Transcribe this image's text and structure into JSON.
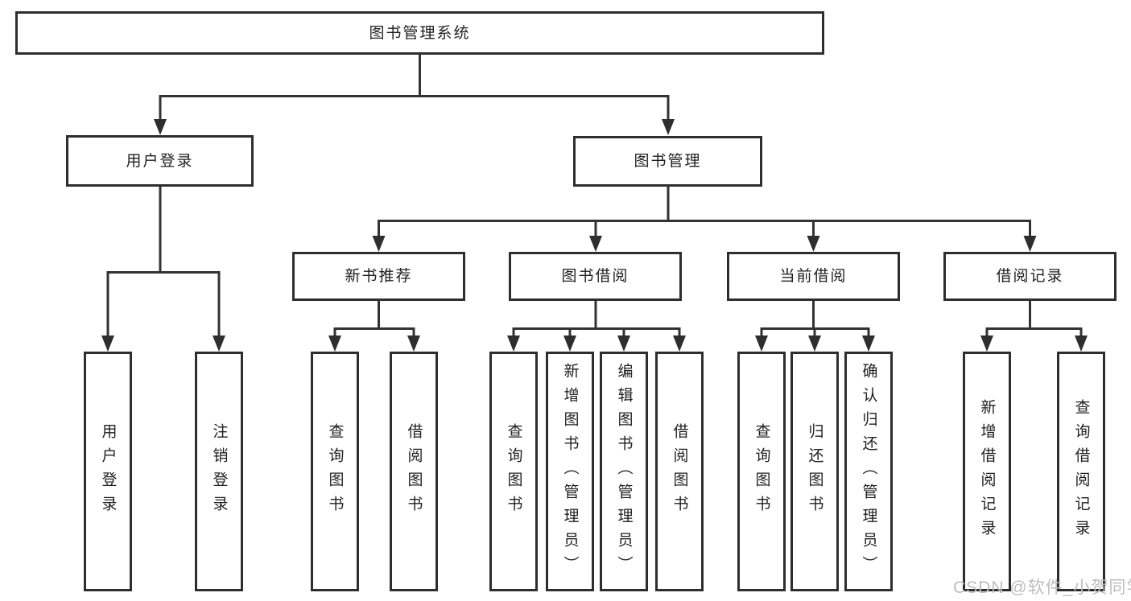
{
  "diagram": {
    "root": {
      "label": "图书管理系统"
    },
    "branches": [
      {
        "label": "用户登录",
        "children": [
          {
            "label": "用户登录"
          },
          {
            "label": "注销登录"
          }
        ]
      },
      {
        "label": "图书管理",
        "children": [
          {
            "label": "新书推荐",
            "children": [
              {
                "label": "查询图书"
              },
              {
                "label": "借阅图书"
              }
            ]
          },
          {
            "label": "图书借阅",
            "children": [
              {
                "label": "查询图书"
              },
              {
                "label": "新增图书（管理员）"
              },
              {
                "label": "编辑图书（管理员）"
              },
              {
                "label": "借阅图书"
              }
            ]
          },
          {
            "label": "当前借阅",
            "children": [
              {
                "label": "查询图书"
              },
              {
                "label": "归还图书"
              },
              {
                "label": "确认归还（管理员）"
              }
            ]
          },
          {
            "label": "借阅记录",
            "children": [
              {
                "label": "新增借阅记录"
              },
              {
                "label": "查询借阅记录"
              }
            ]
          }
        ]
      }
    ],
    "watermark": "CSDN @软件_小贺同学",
    "colors": {
      "line": "#333333",
      "box_border": "#2e2e2e",
      "text": "#1f1f1f",
      "background": "#ffffff",
      "watermark": "#bdbdbd"
    }
  }
}
